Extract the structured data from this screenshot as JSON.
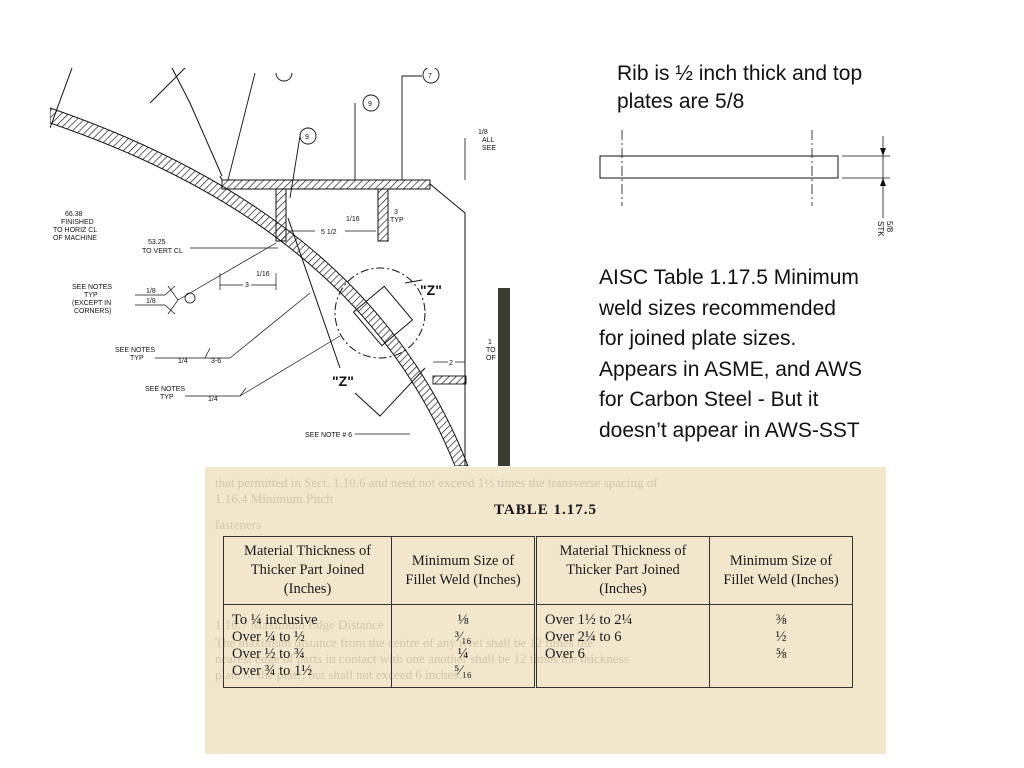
{
  "slide": {
    "rib_note": "Rib is ½ inch thick and top\nplates are 5/8",
    "aisc_note": "AISC Table 1.17.5 Minimum\nweld sizes recommended\nfor joined plate sizes.\nAppears in ASME, and AWS\nfor Carbon Steel  - But it\ndoesn’t appear in AWS-SST"
  },
  "drawing": {
    "callouts": [
      "9",
      "9",
      "7"
    ],
    "note_1_8_all": [
      "1/8",
      "ALL",
      "SEE"
    ],
    "finished_dim": [
      "66.38",
      "FINISHED",
      "TO HORIZ CL",
      "OF MACHINE"
    ],
    "vert_dim": [
      "53.25",
      "TO VERT CL"
    ],
    "dim_5_half": "5 1/2",
    "dim_3": "3",
    "dim_1_16": "1/16",
    "dim_3_typ": [
      "3",
      "TYP"
    ],
    "dim_plus_1_16": "1/16",
    "dim_2": "2",
    "note_typ_corners": [
      "SEE NOTES",
      "TYP",
      "(EXCEPT IN",
      "CORNERS)"
    ],
    "weld_1_8_a": "1/8",
    "weld_1_8_b": "1/8",
    "note_typ_2": [
      "SEE NOTES",
      "TYP"
    ],
    "weld_1_4_a": "1/4",
    "weld_3_6": "3-6",
    "note_typ_3": [
      "SEE NOTES",
      "TYP"
    ],
    "weld_1_4_b": "1/4",
    "see_note_6": "SEE NOTE # 6",
    "section_z": "\"Z\"",
    "right_edge": [
      "1",
      "TO",
      "OF"
    ]
  },
  "plate_sketch": {
    "thickness_label": "5/8",
    "stk_label": "STK"
  },
  "table_photo": {
    "title": "TABLE 1.17.5",
    "headers": [
      "Material Thickness of Thicker Part Joined (Inches)",
      "Minimum Size of Fillet Weld (Inches)",
      "Material Thickness of Thicker Part Joined (Inches)",
      "Minimum Size of Fillet Weld (Inches)"
    ],
    "col1": [
      "To ¼ inclusive",
      "Over ¼ to ½",
      "Over ½ to ¾",
      "Over ¾ to 1½"
    ],
    "col2": [
      "⅛",
      "³⁄₁₆",
      "¼",
      "⁵⁄₁₆"
    ],
    "col3": [
      "Over 1½ to 2¼",
      "Over 2¼ to 6",
      "Over 6"
    ],
    "col4": [
      "⅜",
      "½",
      "⅝"
    ],
    "bleed_text": [
      "that permitted in Sect. 1.10.6 and need not exceed 1½ times the transverse spacing of",
      "fasteners",
      "           1.16.4  Minimum Pitch",
      "1.16.7  Maximum Edge Distance",
      "The maximum distance from the centre of any rivet shall be 12 times the",
      "nearest edge of parts in contact with one another shall be 12 times the thickness",
      "plate of the plate, but shall not exceed 6 inches."
    ]
  }
}
